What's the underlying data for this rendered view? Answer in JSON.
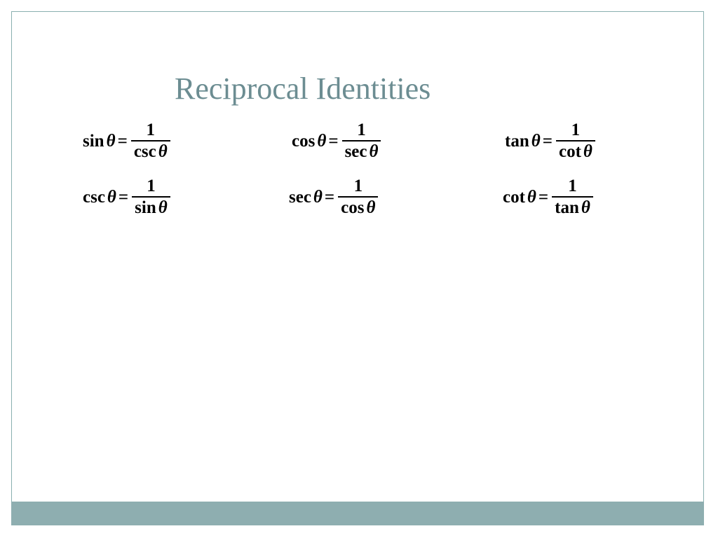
{
  "slide": {
    "title": "Reciprocal Identities",
    "identities": [
      {
        "lhs_fn": "sin",
        "numerator": "1",
        "den_fn": "csc"
      },
      {
        "lhs_fn": "cos",
        "numerator": "1",
        "den_fn": "sec"
      },
      {
        "lhs_fn": "tan",
        "numerator": "1",
        "den_fn": "cot"
      },
      {
        "lhs_fn": "csc",
        "numerator": "1",
        "den_fn": "sin"
      },
      {
        "lhs_fn": "sec",
        "numerator": "1",
        "den_fn": "cos"
      },
      {
        "lhs_fn": "cot",
        "numerator": "1",
        "den_fn": "tan"
      }
    ],
    "symbols": {
      "variable": "θ",
      "equals": "="
    }
  },
  "colors": {
    "title": "#6c8d92",
    "frame_border": "#8ab0b0",
    "footer_bar": "#8eaeb0",
    "formula_text": "#000000"
  }
}
